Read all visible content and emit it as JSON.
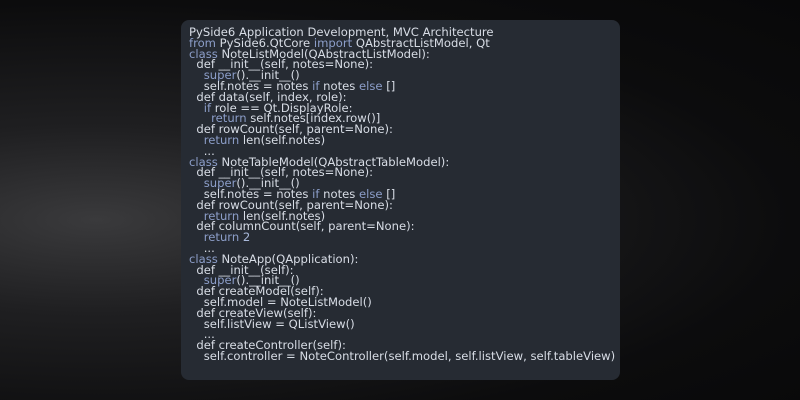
{
  "colors": {
    "panel_bg": "#262b33",
    "text": "#d8dde6",
    "keyword": "#8c9ec9"
  },
  "code": {
    "lines": [
      [
        {
          "t": "PySide6 Application Development, MVC Architecture",
          "k": "plain"
        }
      ],
      [
        {
          "t": "from",
          "k": "kw"
        },
        {
          "t": " PySide6.QtCore ",
          "k": "plain"
        },
        {
          "t": "import",
          "k": "kw"
        },
        {
          "t": " QAbstractListModel, Qt",
          "k": "plain"
        }
      ],
      [
        {
          "t": "class",
          "k": "kw"
        },
        {
          "t": " NoteListModel(QAbstractListModel):",
          "k": "plain"
        }
      ],
      [
        {
          "t": "  def __init__(self, notes=None):",
          "k": "plain"
        }
      ],
      [
        {
          "t": "    ",
          "k": "plain"
        },
        {
          "t": "super",
          "k": "kw"
        },
        {
          "t": "().__init__()",
          "k": "plain"
        }
      ],
      [
        {
          "t": "    self.notes = notes ",
          "k": "plain"
        },
        {
          "t": "if",
          "k": "kw"
        },
        {
          "t": " notes ",
          "k": "plain"
        },
        {
          "t": "else",
          "k": "kw"
        },
        {
          "t": " []",
          "k": "plain"
        }
      ],
      [
        {
          "t": "  def data(self, index, role):",
          "k": "plain"
        }
      ],
      [
        {
          "t": "    ",
          "k": "plain"
        },
        {
          "t": "if",
          "k": "kw"
        },
        {
          "t": " role == Qt.DisplayRole:",
          "k": "plain"
        }
      ],
      [
        {
          "t": "      ",
          "k": "plain"
        },
        {
          "t": "return",
          "k": "kw"
        },
        {
          "t": " self.notes[index.row()]",
          "k": "plain"
        }
      ],
      [
        {
          "t": "  def rowCount(self, parent=None):",
          "k": "plain"
        }
      ],
      [
        {
          "t": "    ",
          "k": "plain"
        },
        {
          "t": "return",
          "k": "kw"
        },
        {
          "t": " len(self.notes)",
          "k": "plain"
        }
      ],
      [
        {
          "t": "    ...",
          "k": "plain"
        }
      ],
      [
        {
          "t": "class",
          "k": "kw"
        },
        {
          "t": " NoteTableModel(QAbstractTableModel):",
          "k": "plain"
        }
      ],
      [
        {
          "t": "  def __init__(self, notes=None):",
          "k": "plain"
        }
      ],
      [
        {
          "t": "    ",
          "k": "plain"
        },
        {
          "t": "super",
          "k": "kw"
        },
        {
          "t": "().__init__()",
          "k": "plain"
        }
      ],
      [
        {
          "t": "    self.notes = notes ",
          "k": "plain"
        },
        {
          "t": "if",
          "k": "kw"
        },
        {
          "t": " notes ",
          "k": "plain"
        },
        {
          "t": "else",
          "k": "kw"
        },
        {
          "t": " []",
          "k": "plain"
        }
      ],
      [
        {
          "t": "  def rowCount(self, parent=None):",
          "k": "plain"
        }
      ],
      [
        {
          "t": "    ",
          "k": "plain"
        },
        {
          "t": "return",
          "k": "kw"
        },
        {
          "t": " len(self.notes)",
          "k": "plain"
        }
      ],
      [
        {
          "t": "  def columnCount(self, parent=None):",
          "k": "plain"
        }
      ],
      [
        {
          "t": "    ",
          "k": "plain"
        },
        {
          "t": "return",
          "k": "kw"
        },
        {
          "t": " 2",
          "k": "num"
        }
      ],
      [
        {
          "t": "    ...",
          "k": "plain"
        }
      ],
      [
        {
          "t": "class",
          "k": "kw"
        },
        {
          "t": " NoteApp(QApplication):",
          "k": "plain"
        }
      ],
      [
        {
          "t": "  def __init__(self):",
          "k": "plain"
        }
      ],
      [
        {
          "t": "    ",
          "k": "plain"
        },
        {
          "t": "super",
          "k": "kw"
        },
        {
          "t": "().__init__()",
          "k": "plain"
        }
      ],
      [
        {
          "t": "  def createModel(self):",
          "k": "plain"
        }
      ],
      [
        {
          "t": "    self.model = NoteListModel()",
          "k": "plain"
        }
      ],
      [
        {
          "t": "  def createView(self):",
          "k": "plain"
        }
      ],
      [
        {
          "t": "    self.listView = QListView()",
          "k": "plain"
        }
      ],
      [
        {
          "t": "    ...",
          "k": "plain"
        }
      ],
      [
        {
          "t": "  def createController(self):",
          "k": "plain"
        }
      ],
      [
        {
          "t": "    self.controller = NoteController(self.model, self.listView, self.tableView)",
          "k": "plain"
        }
      ]
    ]
  }
}
